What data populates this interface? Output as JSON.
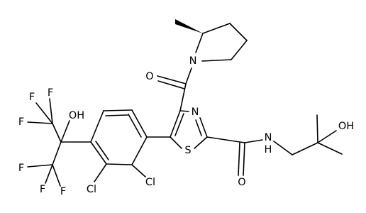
{
  "atoms": {
    "f1": "F",
    "f2": "F",
    "f3": "F",
    "f4": "F",
    "f5": "F",
    "f6": "F",
    "oh_left": "OH",
    "cl1": "Cl",
    "cl2": "Cl",
    "s_thiazole": "S",
    "n_thiazole": "N",
    "o_carbonyl_top": "O",
    "n_pyrrolidine": "N",
    "nh_amide": "N",
    "h_amide": "H",
    "o_amide": "O",
    "oh_right": "OH"
  },
  "colors": {
    "bond": "#000000",
    "label": "#000000",
    "background": "#ffffff"
  }
}
